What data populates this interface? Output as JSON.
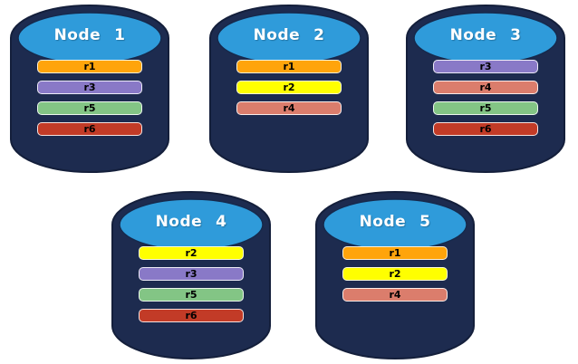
{
  "colors": {
    "node_body": "#1d2b4f",
    "node_top": "#2f9bda",
    "title_text": "#ffffff",
    "bar_text": "#000000",
    "bar_border": "#ffffff",
    "r1": "#ffa40b",
    "r2": "#ffff00",
    "r3": "#8979c7",
    "r4": "#db7d6c",
    "r5": "#83c585",
    "r6": "#c23b27"
  },
  "nodes": [
    {
      "label": "Node 1",
      "replicas": [
        "r1",
        "r3",
        "r5",
        "r6"
      ]
    },
    {
      "label": "Node 2",
      "replicas": [
        "r1",
        "r2",
        "r4"
      ]
    },
    {
      "label": "Node 3",
      "replicas": [
        "r3",
        "r4",
        "r5",
        "r6"
      ]
    },
    {
      "label": "Node 4",
      "replicas": [
        "r2",
        "r3",
        "r5",
        "r6"
      ]
    },
    {
      "label": "Node 5",
      "replicas": [
        "r1",
        "r2",
        "r4"
      ]
    }
  ]
}
